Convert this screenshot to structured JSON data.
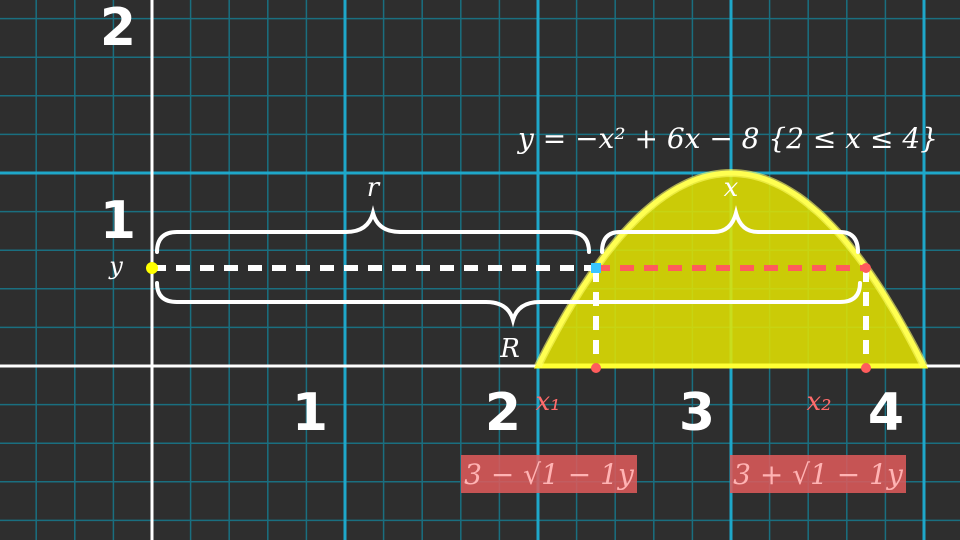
{
  "equation": "y = −x² + 6x − 8 {2 ≤ x ≤ 4}",
  "axis": {
    "x_ticks": [
      "1",
      "2",
      "3",
      "4"
    ],
    "y_ticks": [
      "1",
      "2"
    ]
  },
  "labels": {
    "y": "y",
    "r": "r",
    "R": "R",
    "x": "x",
    "x1": "x₁",
    "x2": "x₂"
  },
  "roots": {
    "left": "3 − √1 − 1y",
    "right": "3 + √1 − 1y"
  },
  "colors": {
    "background": "#2e2e2e",
    "grid_major": "#1ea7c9",
    "grid_minor": "#1a6f80",
    "axis": "#ffffff",
    "curve_fill": "#e6e600",
    "curve_stroke": "#ffff33",
    "accent_red": "#ff5c5c",
    "marker_yellow": "#ffff00",
    "marker_blue": "#39c6ff"
  }
}
